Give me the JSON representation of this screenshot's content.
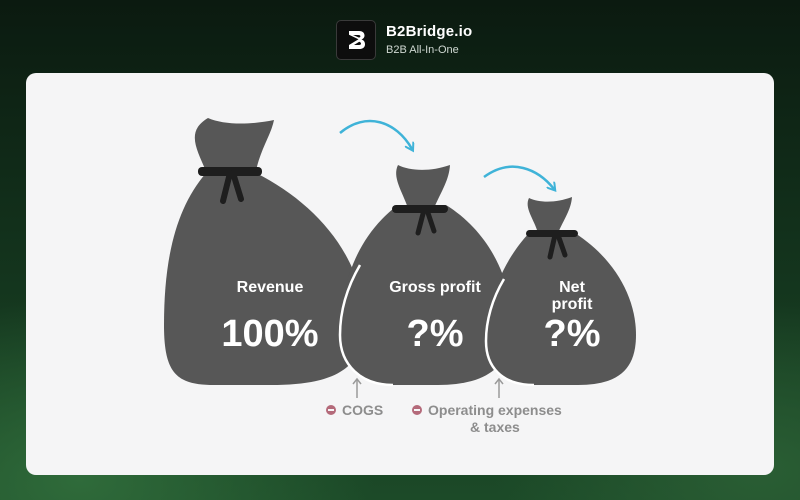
{
  "brand": {
    "name": "B2Bridge.io",
    "tagline": "B2B All-In-One",
    "logo_icon": "b2-logo-icon"
  },
  "bags": [
    {
      "label": "Revenue",
      "value": "100%"
    },
    {
      "label": "Gross profit",
      "value": "?%"
    },
    {
      "label_line1": "Net",
      "label_line2": "profit",
      "value": "?%"
    }
  ],
  "deductions": [
    {
      "label": "COGS",
      "icon": "minus-circle-icon"
    },
    {
      "label_line1": "Operating expenses",
      "label_line2": "& taxes",
      "icon": "minus-circle-icon"
    }
  ],
  "colors": {
    "bag": "#575757",
    "tie": "#1e1e1e",
    "arrow": "#3fb3d8",
    "minus": "#b46a7a",
    "card": "#f5f5f6"
  }
}
